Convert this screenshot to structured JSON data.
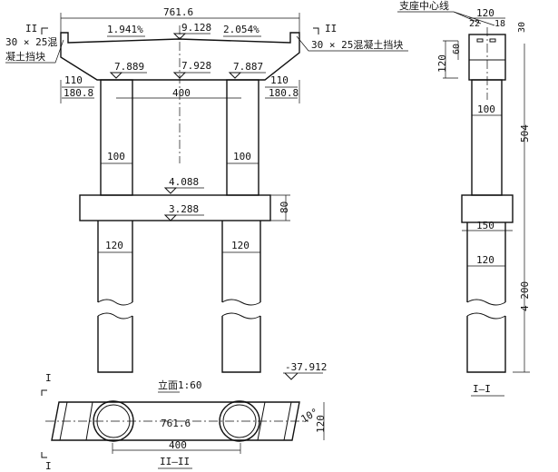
{
  "elevation": {
    "title": "立面1:60",
    "total_width": "761.6",
    "section_mark": "II",
    "left_slope": "1.941%",
    "right_slope": "2.054%",
    "top_elev": "9.128",
    "block_note_line1": "30 × 25混",
    "block_note_line2": "凝土挡块",
    "block_note_right": "30 × 25混凝土挡块",
    "elev_left": "7.889",
    "elev_mid": "7.928",
    "elev_right": "7.887",
    "edge_110": "110",
    "edge_180": "180.8",
    "column_spacing": "400",
    "column_width": "100",
    "tie_top_elev": "4.088",
    "tie_bottom_elev": "3.288",
    "tie_height": "80",
    "pile_diameter": "120",
    "pile_tip_elev": "-37.912"
  },
  "side_view": {
    "title": "I—I",
    "bearing_label": "支座中心线",
    "cap_width": "120",
    "dim_22": "22",
    "dim_18": "18",
    "dim_30": "30",
    "dim_60": "60",
    "cap_height": "120",
    "column_width": "100",
    "column_height": "504",
    "tie_width": "150",
    "pile_diameter": "120",
    "pile_length": "4 200"
  },
  "plan": {
    "title": "II—II",
    "section_mark": "I",
    "length": "761.6",
    "pile_spacing": "400",
    "width": "120",
    "skew_angle": "10°"
  }
}
